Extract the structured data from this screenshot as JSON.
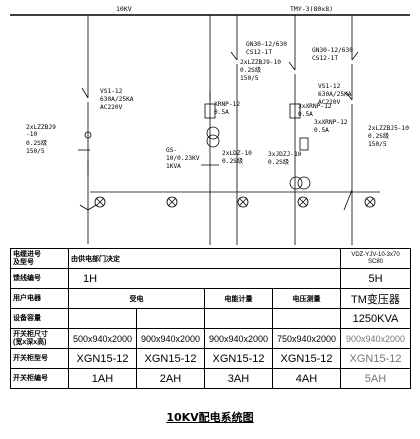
{
  "bus": {
    "left": "10KV",
    "right": "TMY-3(80x8)"
  },
  "panels": {
    "p1": {
      "breaker": [
        "VS1-12",
        "630A/25KA",
        "AC220V"
      ],
      "ct": [
        "2xLZZBJ9",
        "-10",
        "0.2S级",
        "150/5"
      ]
    },
    "p2": {
      "fuse": [
        "XRNP-12",
        "0.5A"
      ],
      "vt": [
        "GS-",
        "10/0.23KV",
        "1KVA"
      ],
      "ct": [
        "2xLDZ-10",
        "0.2S级"
      ]
    },
    "p3": {
      "fuse": [
        "3xXRNP-12",
        "0.5A"
      ],
      "fuse2": [
        "3xXRNP-12",
        "0.5A"
      ],
      "vt": [
        "3xJDZJ-10",
        "0.2S级"
      ]
    },
    "p4": {
      "switch": [
        "GN30-12/630",
        "CS12-1T"
      ],
      "ct": [
        "2xLZZBJ9-10",
        "0.2S级",
        "150/5"
      ]
    },
    "p5": {
      "switch": [
        "GN30-12/630",
        "CS12-1T"
      ],
      "breaker": [
        "VS1-12",
        "630A/25KA",
        "AC220V"
      ],
      "ct": [
        "2xLZZBJ5-10",
        "0.2S级",
        "150/5"
      ]
    }
  },
  "table": {
    "row1": {
      "header": "电缆进号\n及型号",
      "c1": "由供电部门决定",
      "c5": "VDZ-YJV-10-3x70\nSC80"
    },
    "row2": {
      "header": "馈线编号",
      "c1": "1H",
      "c5": "5H"
    },
    "row3": {
      "header": "用户电器",
      "c1": "受电",
      "c3": "电能计量",
      "c4": "电压测量",
      "c5": "TM变压器"
    },
    "row4": {
      "header": "设备容量",
      "c5": "1250KVA"
    },
    "row5": {
      "header": "开关柜尺寸\n(宽x深x高)",
      "values": [
        "500x940x2000",
        "900x940x2000",
        "900x940x2000",
        "750x940x2000",
        "900x940x2000"
      ]
    },
    "row6": {
      "header": "开关柜型号",
      "values": [
        "XGN15-12",
        "XGN15-12",
        "XGN15-12",
        "XGN15-12",
        "XGN15-12"
      ]
    },
    "row7": {
      "header": "开关柜编号",
      "values": [
        "1AH",
        "2AH",
        "3AH",
        "4AH",
        "5AH"
      ]
    }
  },
  "caption": "10KV配电系统图"
}
